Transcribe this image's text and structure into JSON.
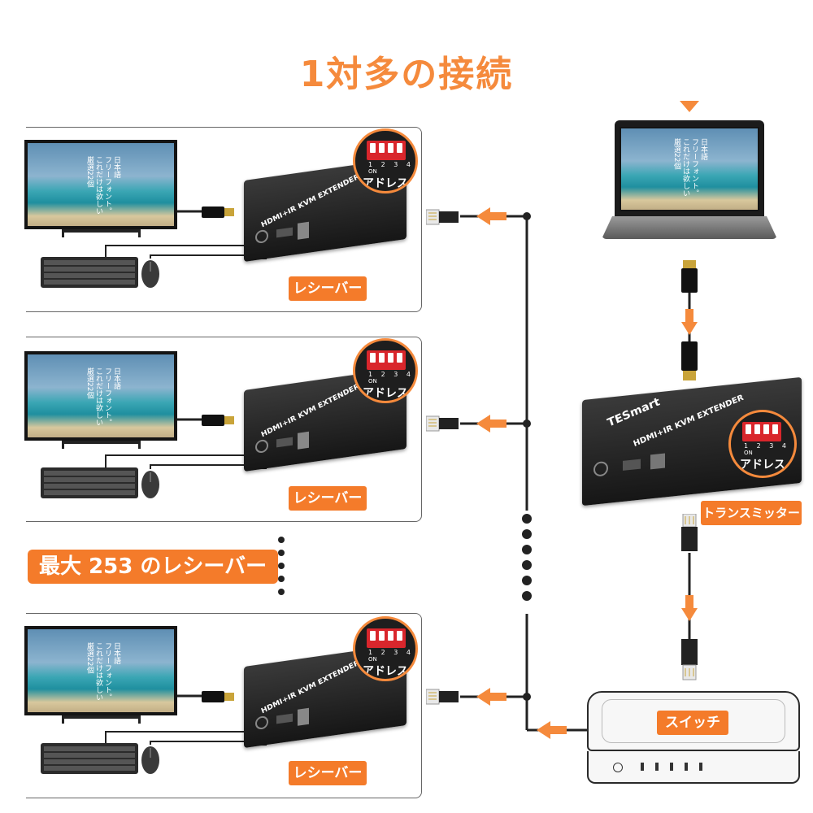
{
  "title": "1対多の接続",
  "dip_label": "アドレス",
  "dip_numbers": "1 2 3 4",
  "dip_on": "ON",
  "receiver_label": "レシーバー",
  "transmitter_label": "トランスミッター",
  "switch_label": "スイッチ",
  "max_label": "最大 253 のレシーバー",
  "device_brand": "TESmart",
  "device_model": "HDMI+IR KVM EXTENDER",
  "screen_text": "日本語\nフリーフォント。\nこれだけは欲しい\n厳選22個",
  "icons": [
    "down-triangle-icon",
    "arrow-icon",
    "rj45-icon",
    "hdmi-icon",
    "usb-icon",
    "dip-switch-icon"
  ],
  "colors": {
    "accent": "#f47b2a",
    "line": "#222222",
    "device": "#1a1a1a",
    "dip_red": "#d9262c"
  }
}
